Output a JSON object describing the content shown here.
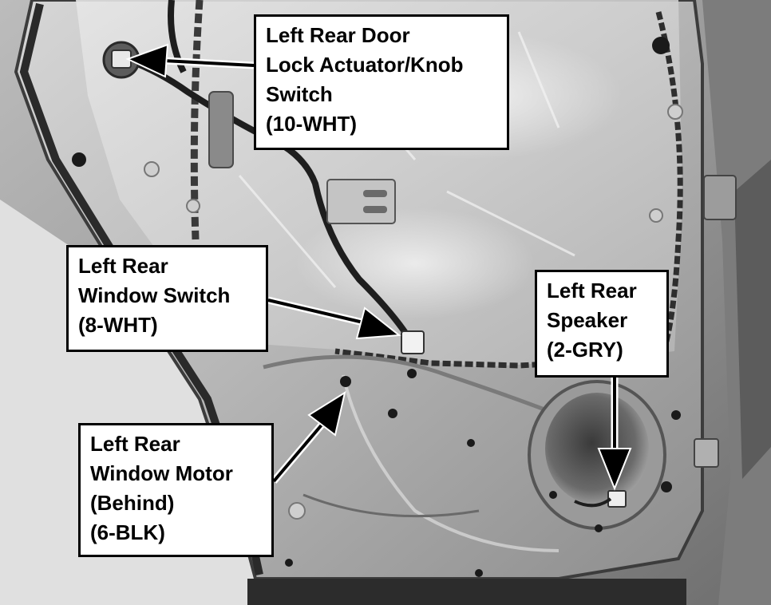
{
  "image": {
    "subject": "Left rear door panel removed showing wiring harness connectors",
    "tone": "grayscale"
  },
  "callouts": {
    "lock_actuator": {
      "lines": [
        "Left Rear Door",
        "Lock Actuator/Knob",
        "Switch",
        "(10-WHT)"
      ]
    },
    "window_switch": {
      "lines": [
        "Left Rear",
        "Window Switch",
        "(8-WHT)"
      ]
    },
    "window_motor": {
      "lines": [
        "Left Rear",
        "Window Motor",
        "(Behind)",
        "(6-BLK)"
      ]
    },
    "speaker": {
      "lines": [
        "Left Rear",
        "Speaker",
        "(2-GRY)"
      ]
    }
  },
  "colors": {
    "label_background": "#ffffff",
    "label_border": "#000000",
    "arrow": "#000000"
  }
}
